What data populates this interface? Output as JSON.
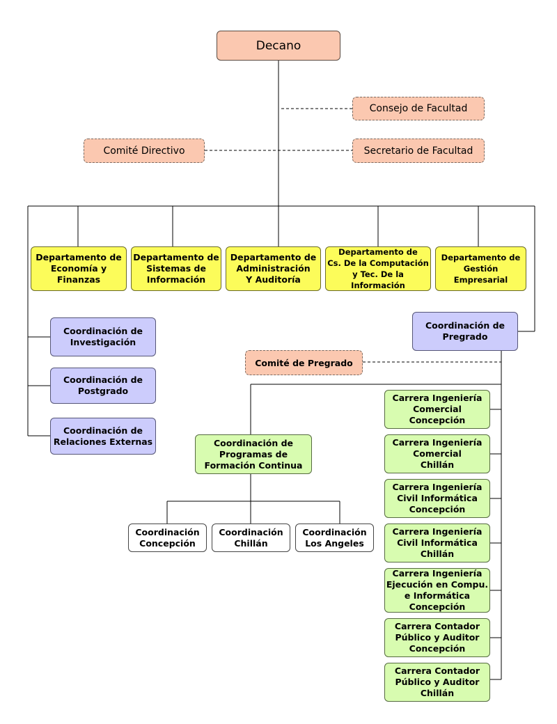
{
  "decano": "Decano",
  "consejo": "Consejo de Facultad",
  "comite_directivo": "Comité Directivo",
  "secretario": "Secretario de Facultad",
  "departamentos": [
    "Departamento de\nEconomía y\nFinanzas",
    "Departamento de\nSistemas de\nInformación",
    "Departamento de\nAdministración\nY Auditoría",
    "Departamento de\nCs. De la Computación\ny Tec. De la Información",
    "Departamento de\nGestión Empresarial"
  ],
  "coordinaciones_izq": [
    "Coordinación de\nInvestigación",
    "Coordinación de\nPostgrado",
    "Coordinación de\nRelaciones Externas"
  ],
  "coord_pregrado": "Coordinación de\nPregrado",
  "comite_pregrado": "Comité de Pregrado",
  "coord_formacion": "Coordinación de\nProgramas de\nFormación Continua",
  "sedes": [
    "Coordinación\nConcepción",
    "Coordinación\nChillán",
    "Coordinación\nLos Angeles"
  ],
  "carreras": [
    "Carrera Ingeniería\nComercial\nConcepción",
    "Carrera Ingeniería\nComercial\nChillán",
    "Carrera Ingeniería\nCivil Informática\nConcepción",
    "Carrera Ingeniería\nCivil Informática\nChillán",
    "Carrera Ingeniería\nEjecución en Compu.\ne Informática\nConcepción",
    "Carrera Contador\nPúblico y Auditor\nConcepción",
    "Carrera Contador\nPúblico y Auditor\nChillán"
  ]
}
